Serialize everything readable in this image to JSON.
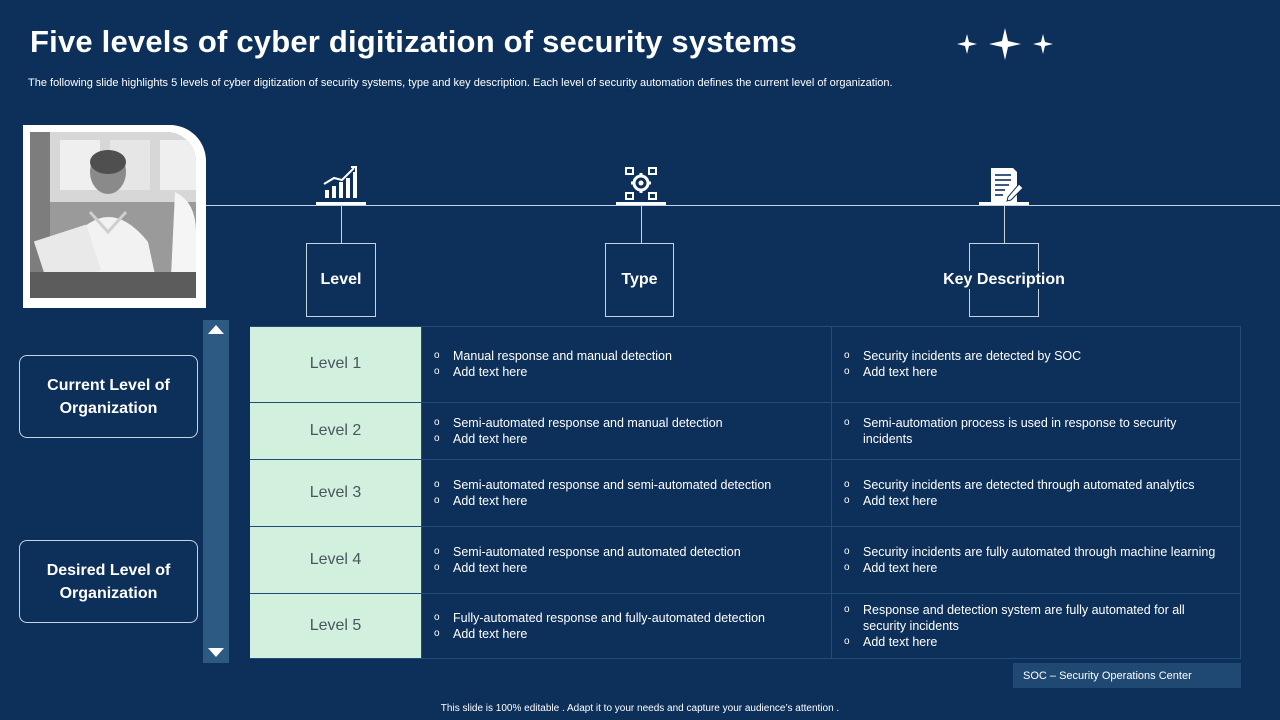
{
  "slide": {
    "title": "Five levels of cyber digitization of security systems",
    "subtitle": "The following slide highlights 5 levels of cyber digitization of security systems, type and key description. Each level of security automation defines the current level of organization.",
    "footer": "This slide is 100% editable . Adapt it to your needs and capture your audience’s attention .",
    "soc_note": "SOC – Security Operations Center"
  },
  "headers": {
    "level": "Level",
    "type": "Type",
    "key_description": "Key Description",
    "icons": [
      "bar-chart-growth-icon",
      "gear-network-icon",
      "document-pen-icon"
    ]
  },
  "side_labels": {
    "current": "Current Level of Organization",
    "desired": "Desired Level of Organization"
  },
  "rows": [
    {
      "level": "Level 1",
      "type": [
        "Manual response and manual detection",
        "Add text here"
      ],
      "description": [
        "Security incidents are detected by SOC",
        "Add text here"
      ]
    },
    {
      "level": "Level 2",
      "type": [
        "Semi-automated response and manual detection",
        "Add text here"
      ],
      "description": [
        "Semi-automation process is used in response to security incidents"
      ]
    },
    {
      "level": "Level 3",
      "type": [
        "Semi-automated response and semi-automated detection",
        "Add text here"
      ],
      "description": [
        "Security incidents are detected through automated analytics",
        "Add text here"
      ]
    },
    {
      "level": "Level 4",
      "type": [
        "Semi-automated response and automated detection",
        "Add text here"
      ],
      "description": [
        "Security incidents are fully automated through machine learning",
        "Add text here"
      ]
    },
    {
      "level": "Level 5",
      "type": [
        "Fully-automated response and fully-automated detection",
        "Add text here"
      ],
      "description": [
        "Response and detection system are fully automated for all security incidents",
        "Add text here"
      ]
    }
  ],
  "colors": {
    "background": "#0d305a",
    "level_column": "#d2f0de",
    "grid_line": "#1f4d78",
    "slider": "#2d5a82"
  }
}
